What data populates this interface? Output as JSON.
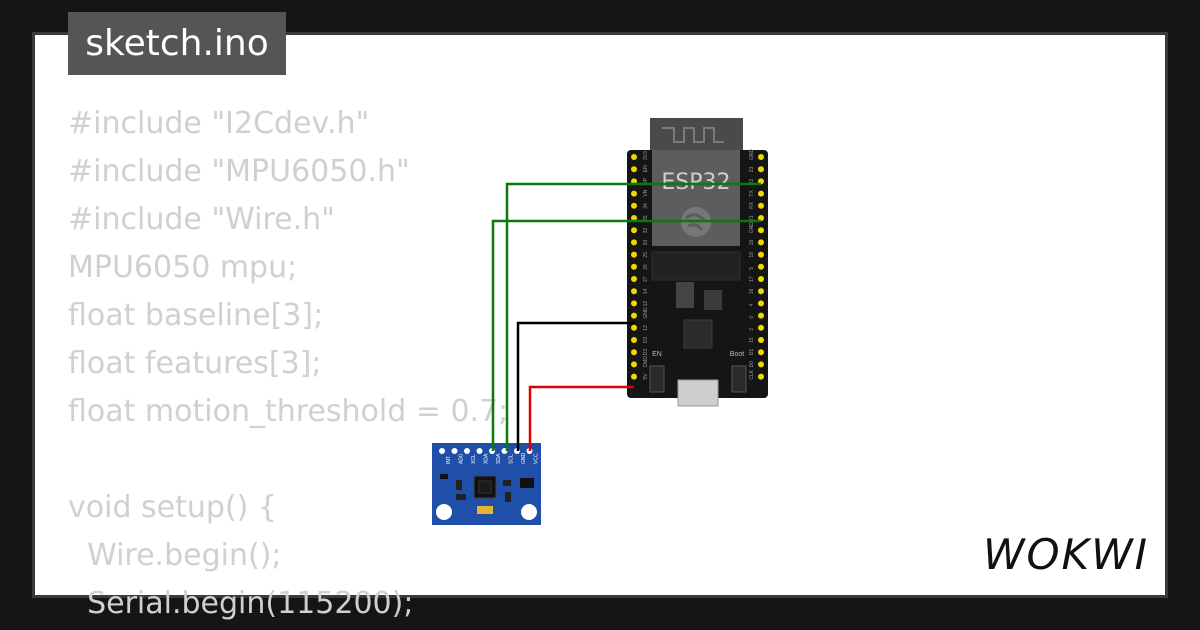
{
  "title": "sketch.ino",
  "code_lines": [
    "#include \"I2Cdev.h\"",
    "#include \"MPU6050.h\"",
    "#include \"Wire.h\"",
    "MPU6050 mpu;",
    "float baseline[3];",
    "float features[3];",
    "float motion_threshold = 0.7;",
    "",
    "void setup() {",
    "  Wire.begin();",
    "  Serial.begin(115200);"
  ],
  "brand": "WOKWI",
  "esp32": {
    "label": "ESP32",
    "left_pins": [
      "3V3",
      "EN",
      "VP",
      "VN",
      "34",
      "35",
      "32",
      "33",
      "25",
      "26",
      "27",
      "14",
      "12",
      "GND",
      "13",
      "D2",
      "D3",
      "CMD",
      "5V"
    ],
    "right_pins": [
      "GND",
      "23",
      "22",
      "TX",
      "RX",
      "21",
      "GND",
      "19",
      "18",
      "5",
      "17",
      "16",
      "4",
      "0",
      "2",
      "15",
      "D1",
      "D0",
      "CLK"
    ],
    "en_label": "EN",
    "boot_label": "Boot"
  },
  "mpu6050": {
    "pins": [
      "INT",
      "AD0",
      "XCL",
      "XDA",
      "SDA",
      "SCL",
      "GND",
      "VCC"
    ]
  },
  "colors": {
    "wire_sda": "#0a7a0a",
    "wire_scl": "#0a7a0a",
    "wire_gnd": "#000000",
    "wire_vcc": "#e00000",
    "board": "#151515",
    "module": "#1f4fa8"
  }
}
